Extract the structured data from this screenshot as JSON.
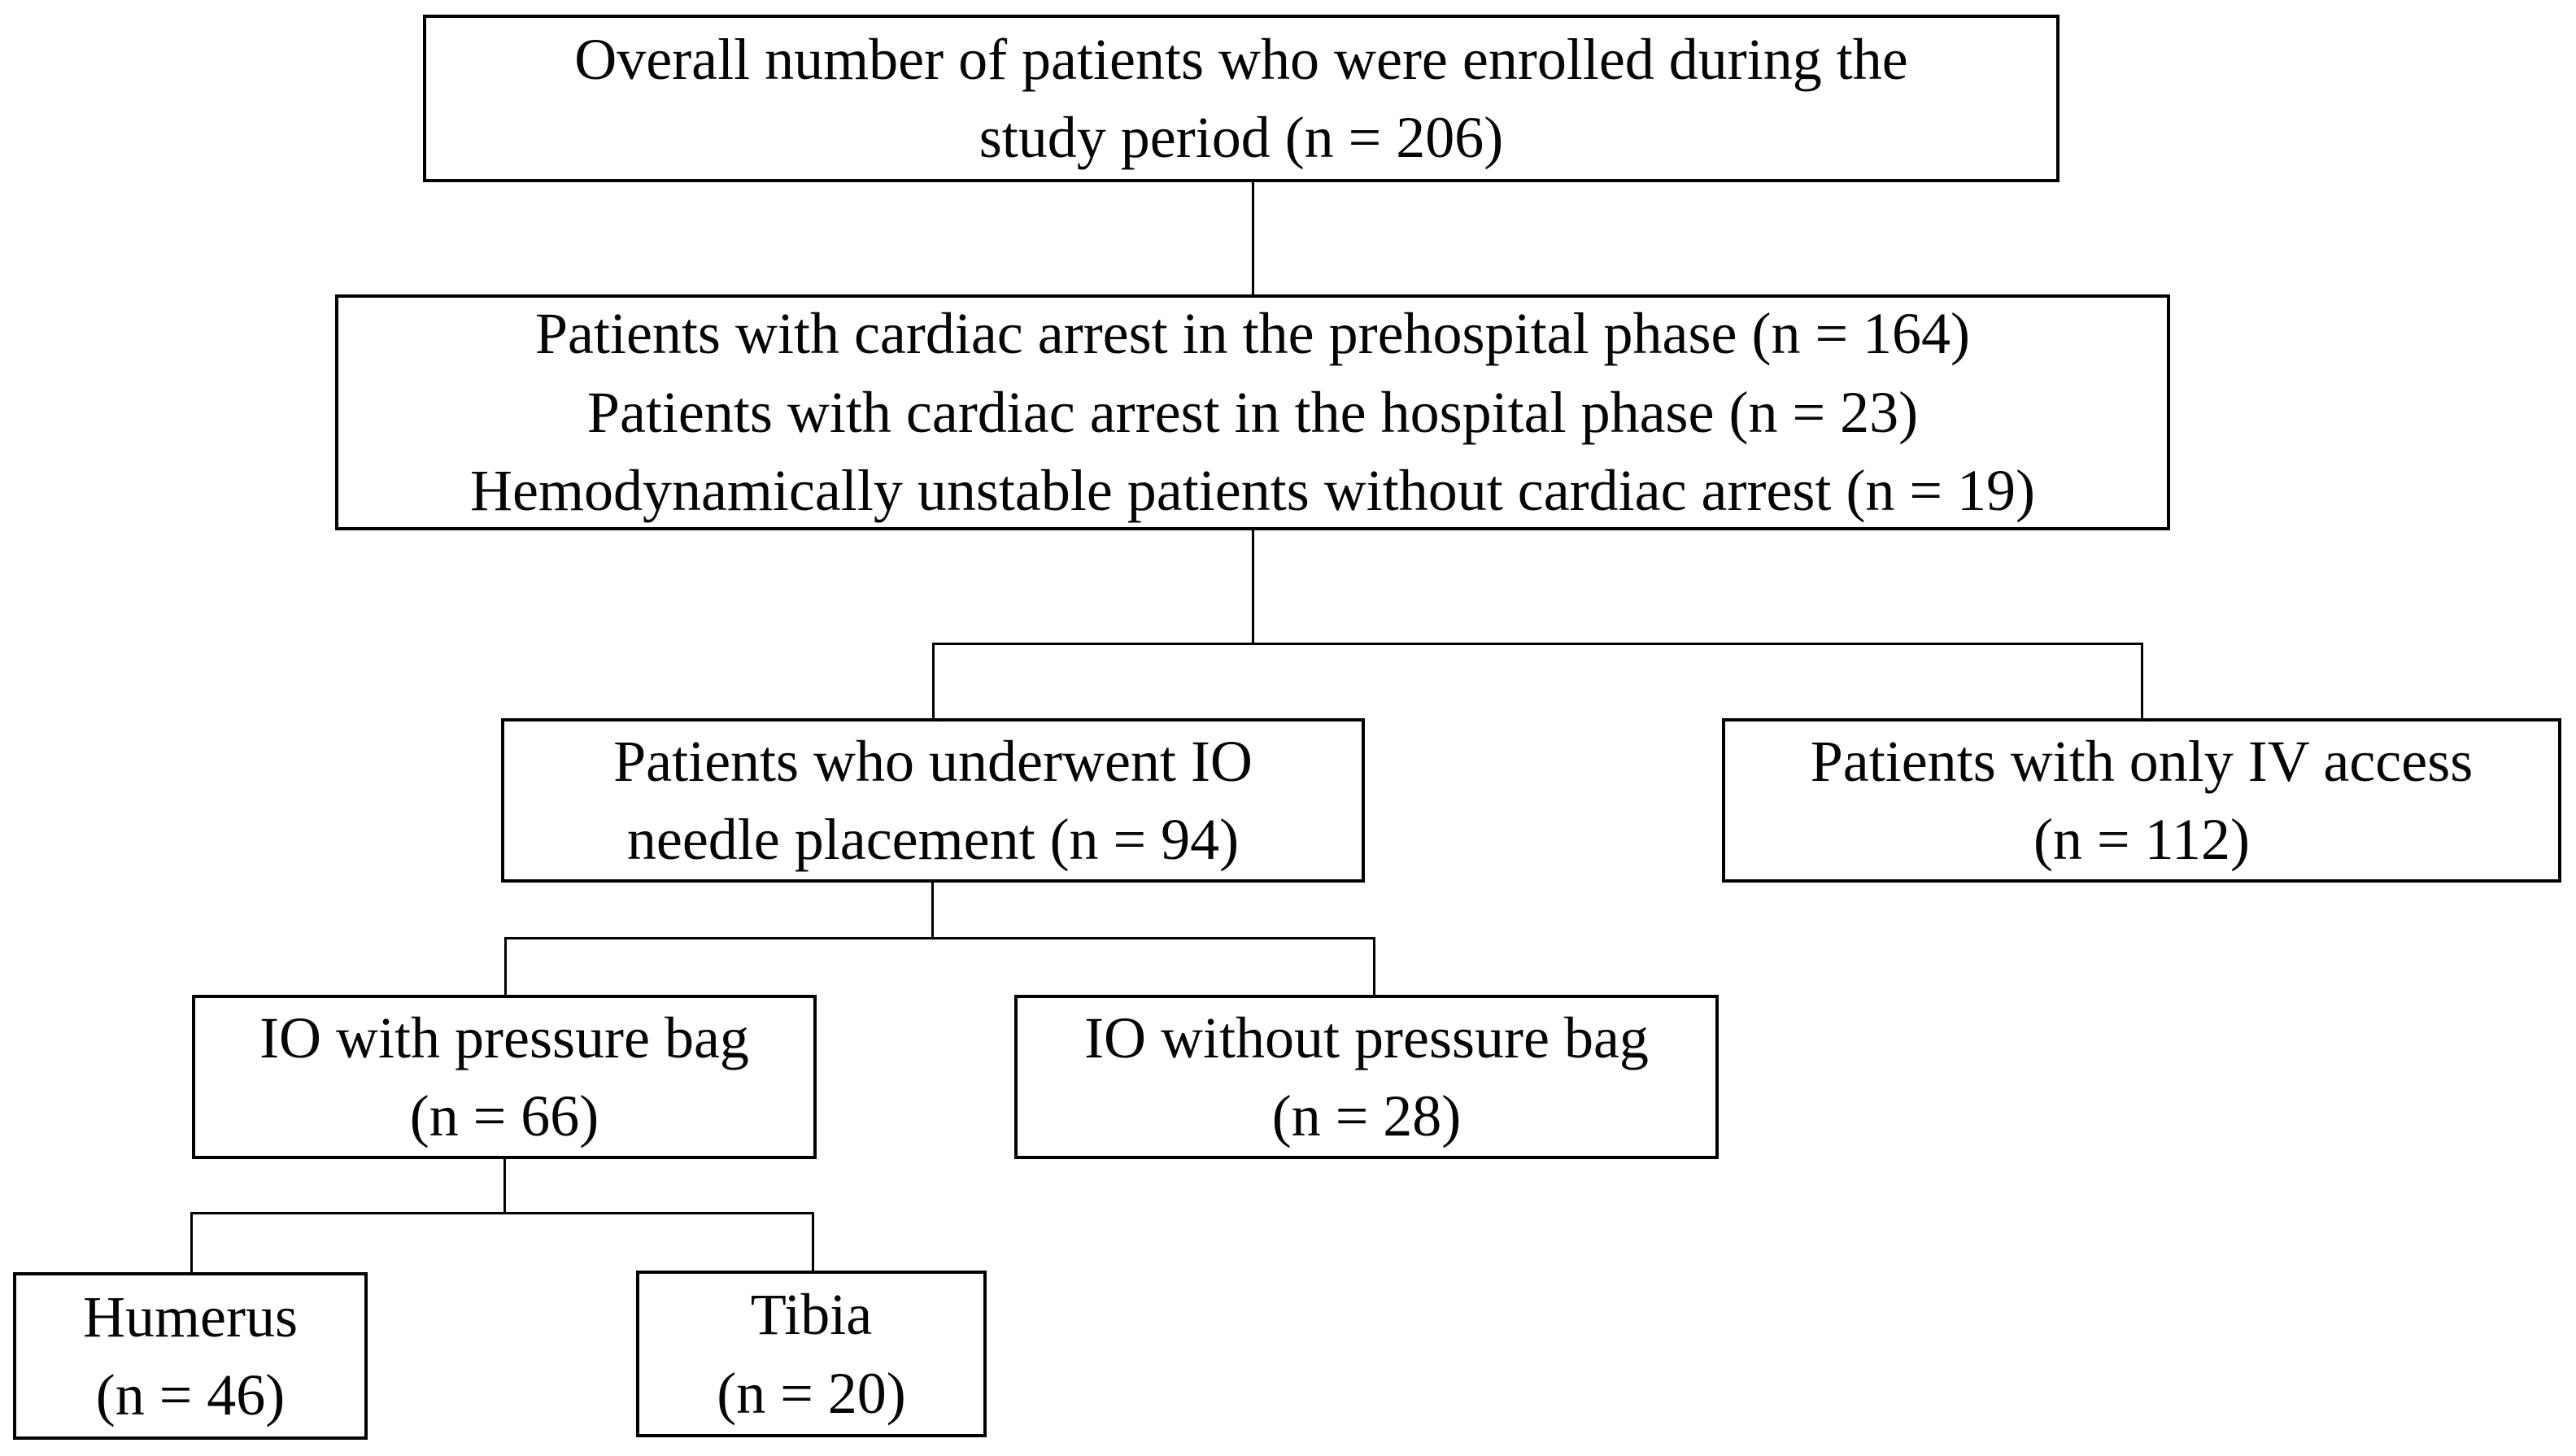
{
  "colors": {
    "background": "#ffffff",
    "box_border": "#000000",
    "text": "#050505",
    "connector": "#000000"
  },
  "nodes": {
    "enrolled": {
      "n": 206,
      "lines": [
        "Overall number of patients who were enrolled during the",
        "study period (n = 206)"
      ]
    },
    "arrest_groups": {
      "lines": [
        "Patients with cardiac arrest in the prehospital phase (n = 164)",
        "Patients with cardiac arrest in the hospital phase (n = 23)",
        "Hemodynamically unstable patients without cardiac arrest (n = 19)"
      ],
      "counts": {
        "prehospital_arrest": 164,
        "hospital_arrest": 23,
        "unstable_no_arrest": 19
      }
    },
    "io_placement": {
      "n": 94,
      "lines": [
        "Patients who underwent IO",
        "needle placement (n = 94)"
      ]
    },
    "iv_only": {
      "n": 112,
      "lines": [
        "Patients with only IV access",
        "(n = 112)"
      ]
    },
    "io_pressure": {
      "n": 66,
      "lines": [
        "IO with pressure bag",
        "(n = 66)"
      ]
    },
    "io_no_pressure": {
      "n": 28,
      "lines": [
        "IO without pressure bag",
        "(n = 28)"
      ]
    },
    "humerus": {
      "n": 46,
      "lines": [
        "Humerus",
        "(n = 46)"
      ]
    },
    "tibia": {
      "n": 20,
      "lines": [
        "Tibia",
        "(n = 20)"
      ]
    }
  },
  "edges": [
    {
      "from": "enrolled",
      "to": "arrest_groups"
    },
    {
      "from": "arrest_groups",
      "to": "io_placement"
    },
    {
      "from": "arrest_groups",
      "to": "iv_only"
    },
    {
      "from": "io_placement",
      "to": "io_pressure"
    },
    {
      "from": "io_placement",
      "to": "io_no_pressure"
    },
    {
      "from": "io_pressure",
      "to": "humerus"
    },
    {
      "from": "io_pressure",
      "to": "tibia"
    }
  ]
}
